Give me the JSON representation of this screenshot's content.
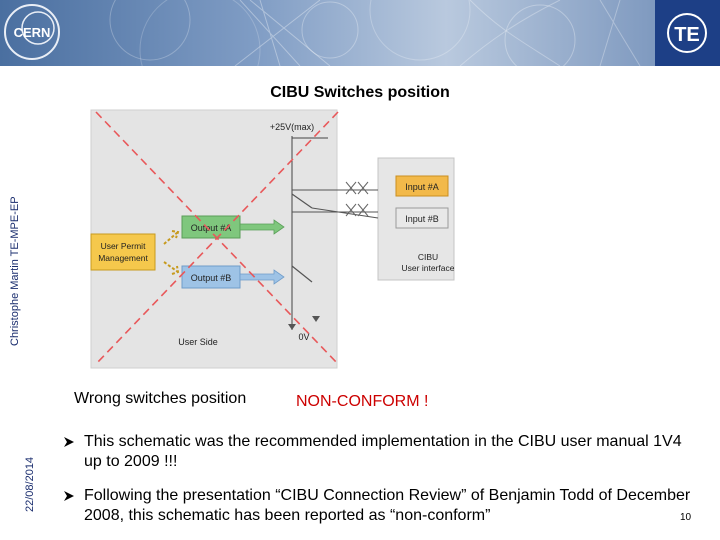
{
  "header": {
    "cern_logo_text": "CERN",
    "te_logo_text": "TE",
    "colors": {
      "banner_dark": "#4a6fa0",
      "banner_light": "#b9c9de",
      "te_blue": "#1d3f86"
    }
  },
  "sidebar": {
    "author": "Christophe Martin TE-MPE-EP",
    "date": "22/08/2014"
  },
  "slide": {
    "title": "CIBU Switches position",
    "caption_left": "Wrong switches position",
    "caption_right": "NON-CONFORM !",
    "bullets": [
      {
        "icon": "arrow-bullet-icon",
        "text": "This schematic was the recommended implementation in the CIBU user manual 1V4 up to 2009 !!!"
      },
      {
        "icon": "arrow-bullet-icon",
        "text": "Following the presentation “CIBU Connection Review” of Benjamin Todd of December 2008, this schematic has been reported as “non-conform”"
      }
    ],
    "page_number": "10"
  },
  "schematic": {
    "supply_label": "+25V(max)",
    "ground_label": "0V",
    "user_side_label": "User Side",
    "user_permit_label": [
      "User Permit",
      "Management"
    ],
    "output_a_label": "Output #A",
    "output_b_label": "Output #B",
    "input_a_label": "Input #A",
    "input_b_label": "Input #B",
    "cibu_label": [
      "CIBU",
      "User interface"
    ],
    "colors": {
      "cross": "#e8585a",
      "output_a": "#7fc77d",
      "output_b": "#9ec3e6",
      "input_box": "#f2b94a",
      "user_permit": "#f5c84c"
    }
  }
}
